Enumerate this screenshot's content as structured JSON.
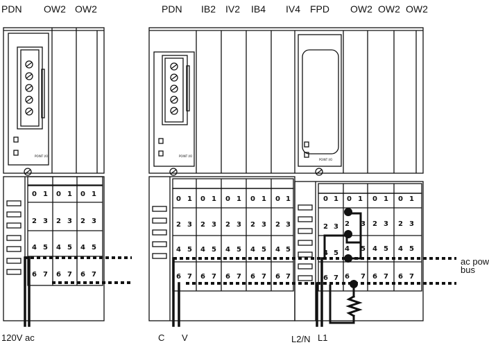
{
  "header_labels": [
    "PDN",
    "OW2",
    "OW2",
    "PDN",
    "IB2",
    "IV2",
    "IB4",
    "IV4",
    "FPD",
    "OW2",
    "OW2",
    "OW2"
  ],
  "terminal_top": [
    "0",
    "1"
  ],
  "terminal_mid": [
    "2",
    "3"
  ],
  "terminal_lower": [
    "4",
    "5"
  ],
  "terminal_bottom": [
    "6",
    "7"
  ],
  "module_marking": "POINT I/O",
  "bus_label_line1": "ac power",
  "bus_label_line2": "bus",
  "wire_labels": [
    "120V ac",
    "C",
    "V",
    "L2/N",
    "L1"
  ],
  "colors": {
    "line": "#111111",
    "background": "#ffffff"
  }
}
